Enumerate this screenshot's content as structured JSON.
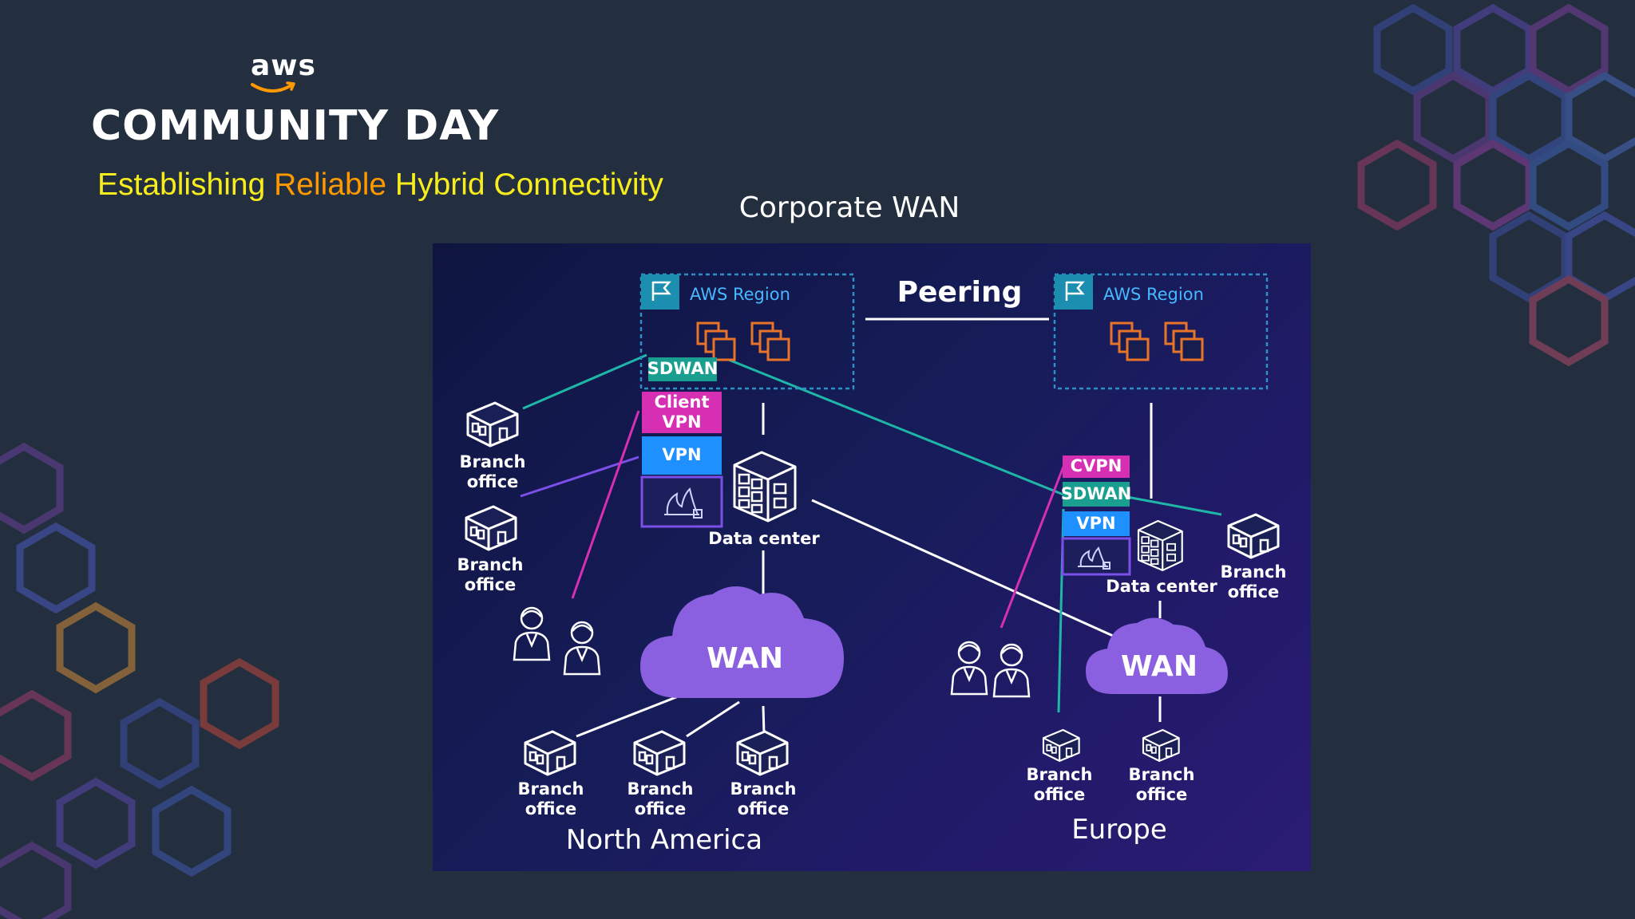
{
  "brand": {
    "logo_text": "aws",
    "event": "COMMUNITY DAY"
  },
  "subtitle": {
    "part1": "Establishing ",
    "highlight": "Reliable",
    "part2": " Hybrid Connectivity"
  },
  "slide_title": "Corporate WAN",
  "diagram": {
    "peering": "Peering",
    "regions": [
      {
        "label": "AWS Region"
      },
      {
        "label": "AWS Region"
      }
    ],
    "na_tags": {
      "sdwan": "SDWAN",
      "client_vpn": "Client VPN",
      "vpn": "VPN"
    },
    "eu_tags": {
      "cvpn": "CVPN",
      "sdwan": "SDWAN",
      "vpn": "VPN"
    },
    "na_branch_top": "Branch office",
    "na_branch_mid": "Branch office",
    "na_data_center": "Data center",
    "na_wan": "WAN",
    "na_branch_bottom": [
      "Branch office",
      "Branch office",
      "Branch office"
    ],
    "na_region_label": "North America",
    "eu_data_center": "Data center",
    "eu_branch_right": "Branch office",
    "eu_wan": "WAN",
    "eu_branch_bottom": [
      "Branch office",
      "Branch office"
    ],
    "eu_region_label": "Europe"
  },
  "colors": {
    "background": "#232f3e",
    "subtitle_yellow": "#f7ec1c",
    "subtitle_orange": "#ff9900",
    "sdwan": "#1a9e8f",
    "client_vpn": "#d62fb4",
    "vpn": "#1e90ff",
    "wan_cloud": "#8a5fe0",
    "region_border": "#2f8fc7"
  }
}
